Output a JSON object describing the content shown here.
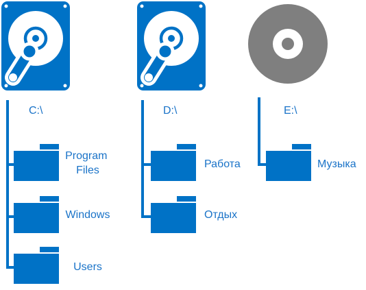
{
  "drives": [
    {
      "kind": "hard-disk",
      "label": "C:\\",
      "folders": [
        {
          "name_lines": [
            "Program",
            "Files"
          ]
        },
        {
          "name_lines": [
            "Windows"
          ]
        },
        {
          "name_lines": [
            "Users"
          ]
        }
      ]
    },
    {
      "kind": "hard-disk",
      "label": "D:\\",
      "folders": [
        {
          "name_lines": [
            "Работа"
          ]
        },
        {
          "name_lines": [
            "Отдых"
          ]
        }
      ]
    },
    {
      "kind": "optical-disc",
      "label": "E:\\",
      "folders": [
        {
          "name_lines": [
            "Музыка"
          ]
        }
      ]
    }
  ],
  "colors": {
    "accent": "#0072c6",
    "disc": "#7f7f7f",
    "background": "#ffffff",
    "text": "#1a73c8"
  },
  "icons": {
    "hard_disk": "hard-disk-icon",
    "optical_disc": "optical-disc-icon",
    "folder": "folder-icon"
  }
}
